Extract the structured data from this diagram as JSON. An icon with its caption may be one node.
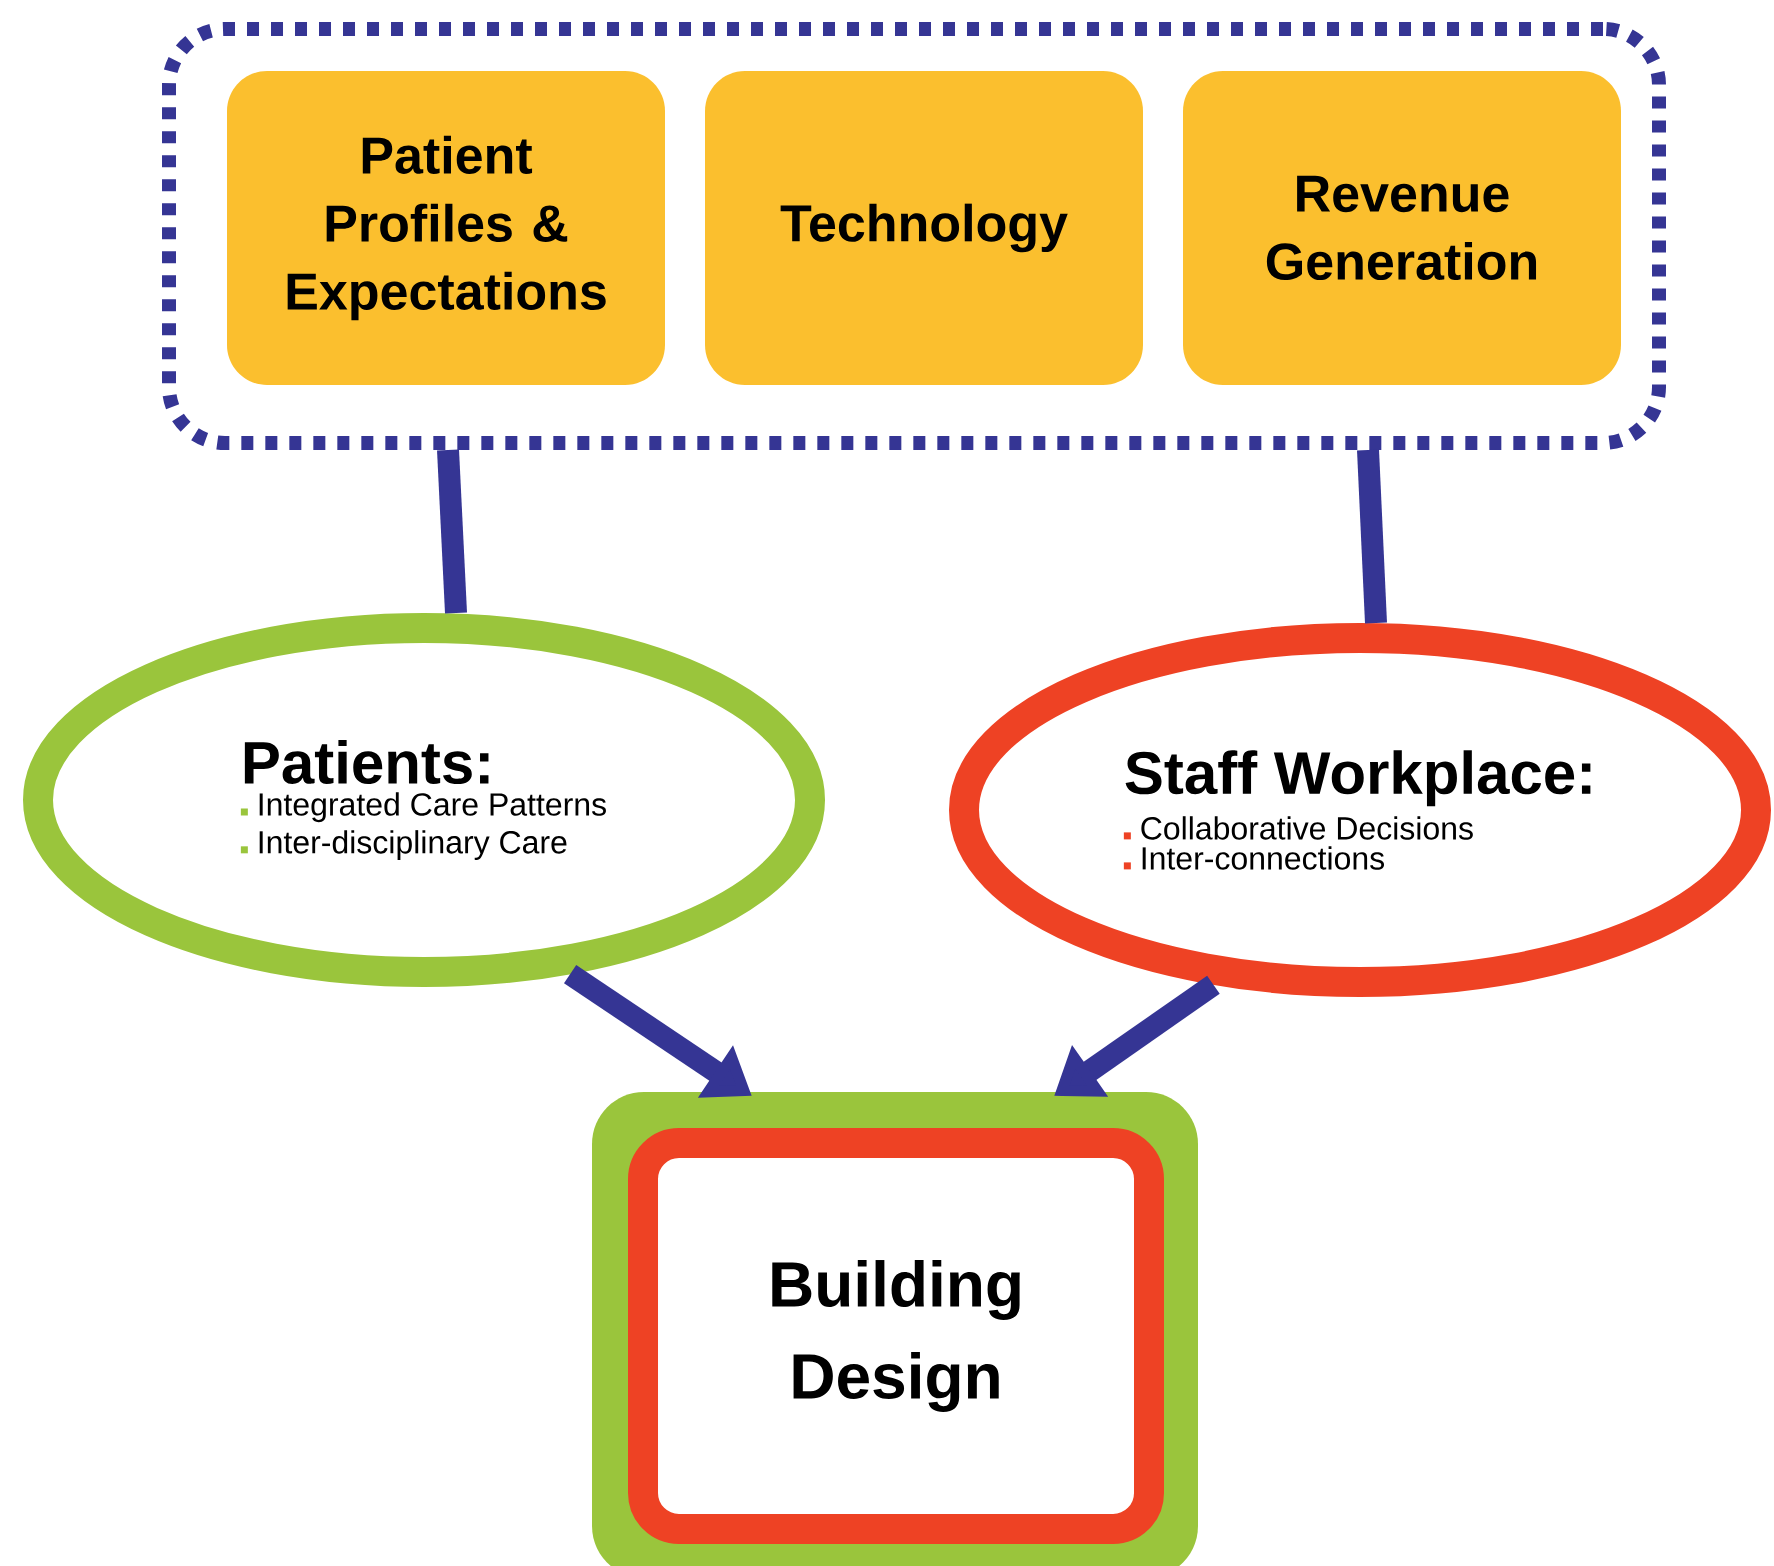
{
  "diagram": {
    "nodes": [
      {
        "text": [],
        "shape": "box"
      },
      {
        "text": [
          "Patient Profiles & Expectations"
        ],
        "in": 0
      },
      {
        "text": [
          "Technology"
        ],
        "in": 0
      },
      {
        "text": [
          "Revenue Generation"
        ],
        "in": 0
      },
      {
        "text": [
          "Patients:",
          "Integrated Care Patterns",
          "Inter-disciplinary Care"
        ]
      },
      {
        "text": [
          "Staff Workplace:",
          "Collaborative Decisions",
          "Inter-connections"
        ]
      },
      {
        "text": [
          "Building Design"
        ]
      }
    ],
    "edges": [
      {
        "from": 0,
        "to": 4,
        "arrow": "none"
      },
      {
        "from": 0,
        "to": 5,
        "arrow": "none"
      },
      {
        "from": 4,
        "to": 6,
        "arrow": "to"
      },
      {
        "from": 5,
        "to": 6,
        "arrow": "to"
      }
    ]
  }
}
